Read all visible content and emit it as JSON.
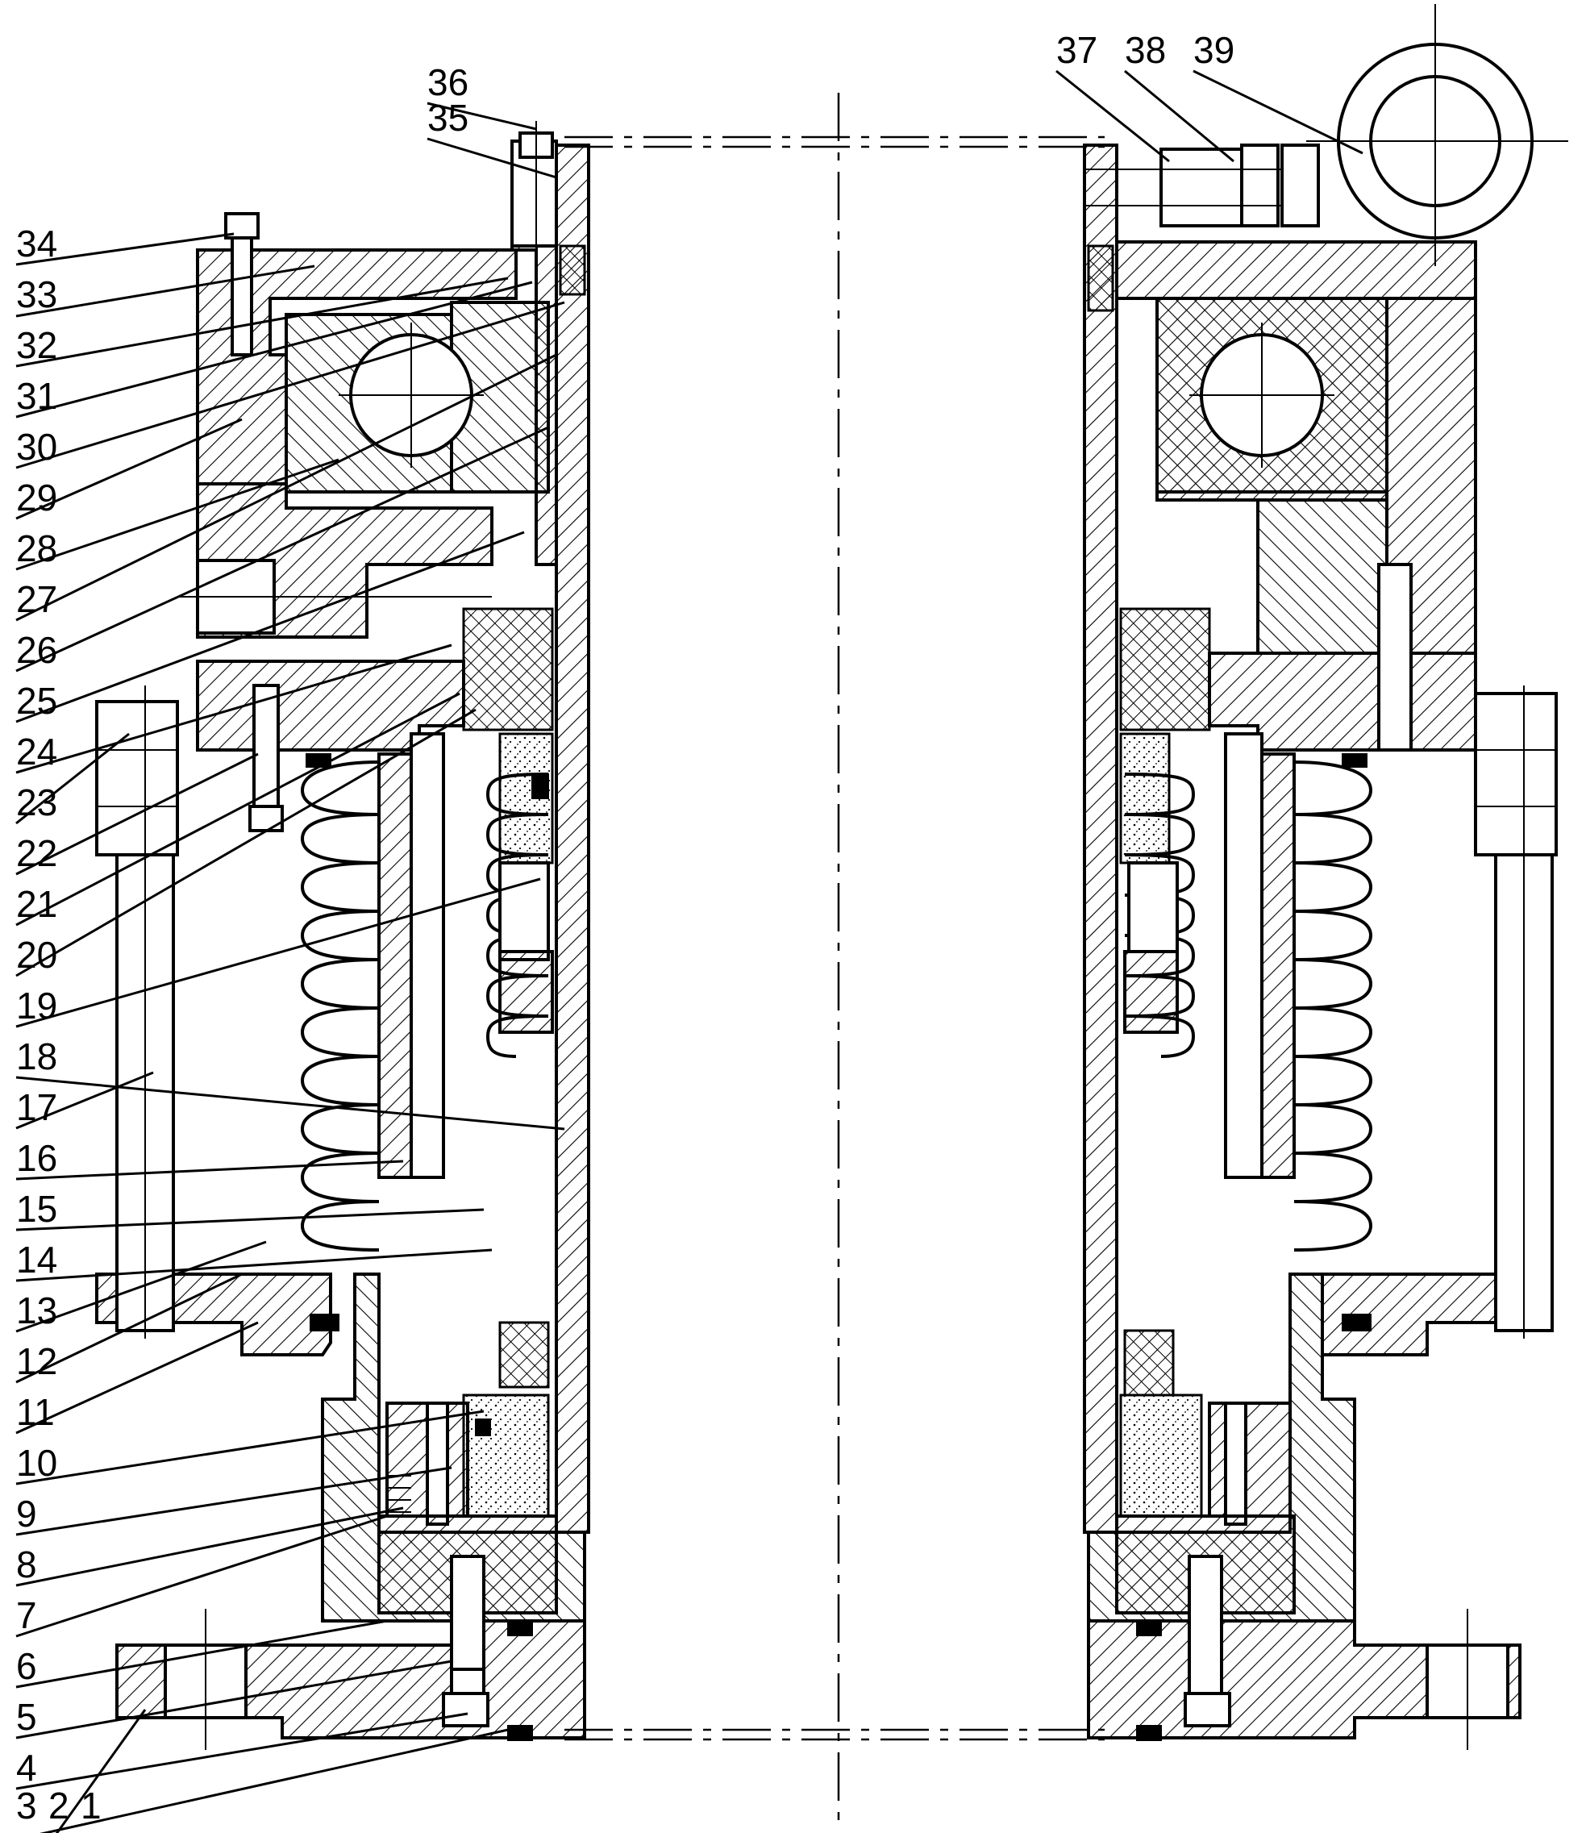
{
  "drawing": {
    "type": "mechanical cross-section",
    "part_labels_left": [
      "34",
      "33",
      "32",
      "31",
      "30",
      "29",
      "28",
      "27",
      "26",
      "25",
      "24",
      "23",
      "22",
      "21",
      "20",
      "19",
      "18",
      "17",
      "16",
      "15",
      "14",
      "13",
      "12",
      "11",
      "10",
      "9",
      "8",
      "7",
      "6",
      "5",
      "4",
      "3",
      "2",
      "1"
    ],
    "part_labels_top_left": [
      "36",
      "35"
    ],
    "part_labels_top_right": [
      "37",
      "38",
      "39"
    ]
  }
}
